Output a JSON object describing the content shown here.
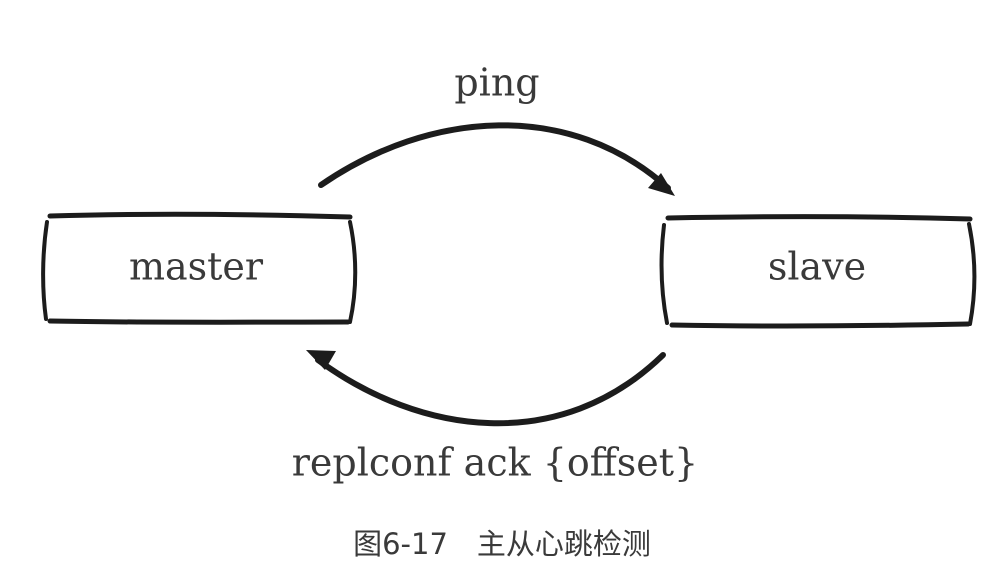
{
  "diagram": {
    "nodes": {
      "master": {
        "label": "master"
      },
      "slave": {
        "label": "slave"
      }
    },
    "edges": {
      "ping": {
        "from": "master",
        "to": "slave",
        "label": "ping"
      },
      "ack": {
        "from": "slave",
        "to": "master",
        "label": "replconf ack {offset}"
      }
    },
    "caption": "图6-17　主从心跳检测"
  },
  "colors": {
    "ink": "#1c1c1c",
    "text": "#3a3a3a",
    "background": "#ffffff"
  }
}
